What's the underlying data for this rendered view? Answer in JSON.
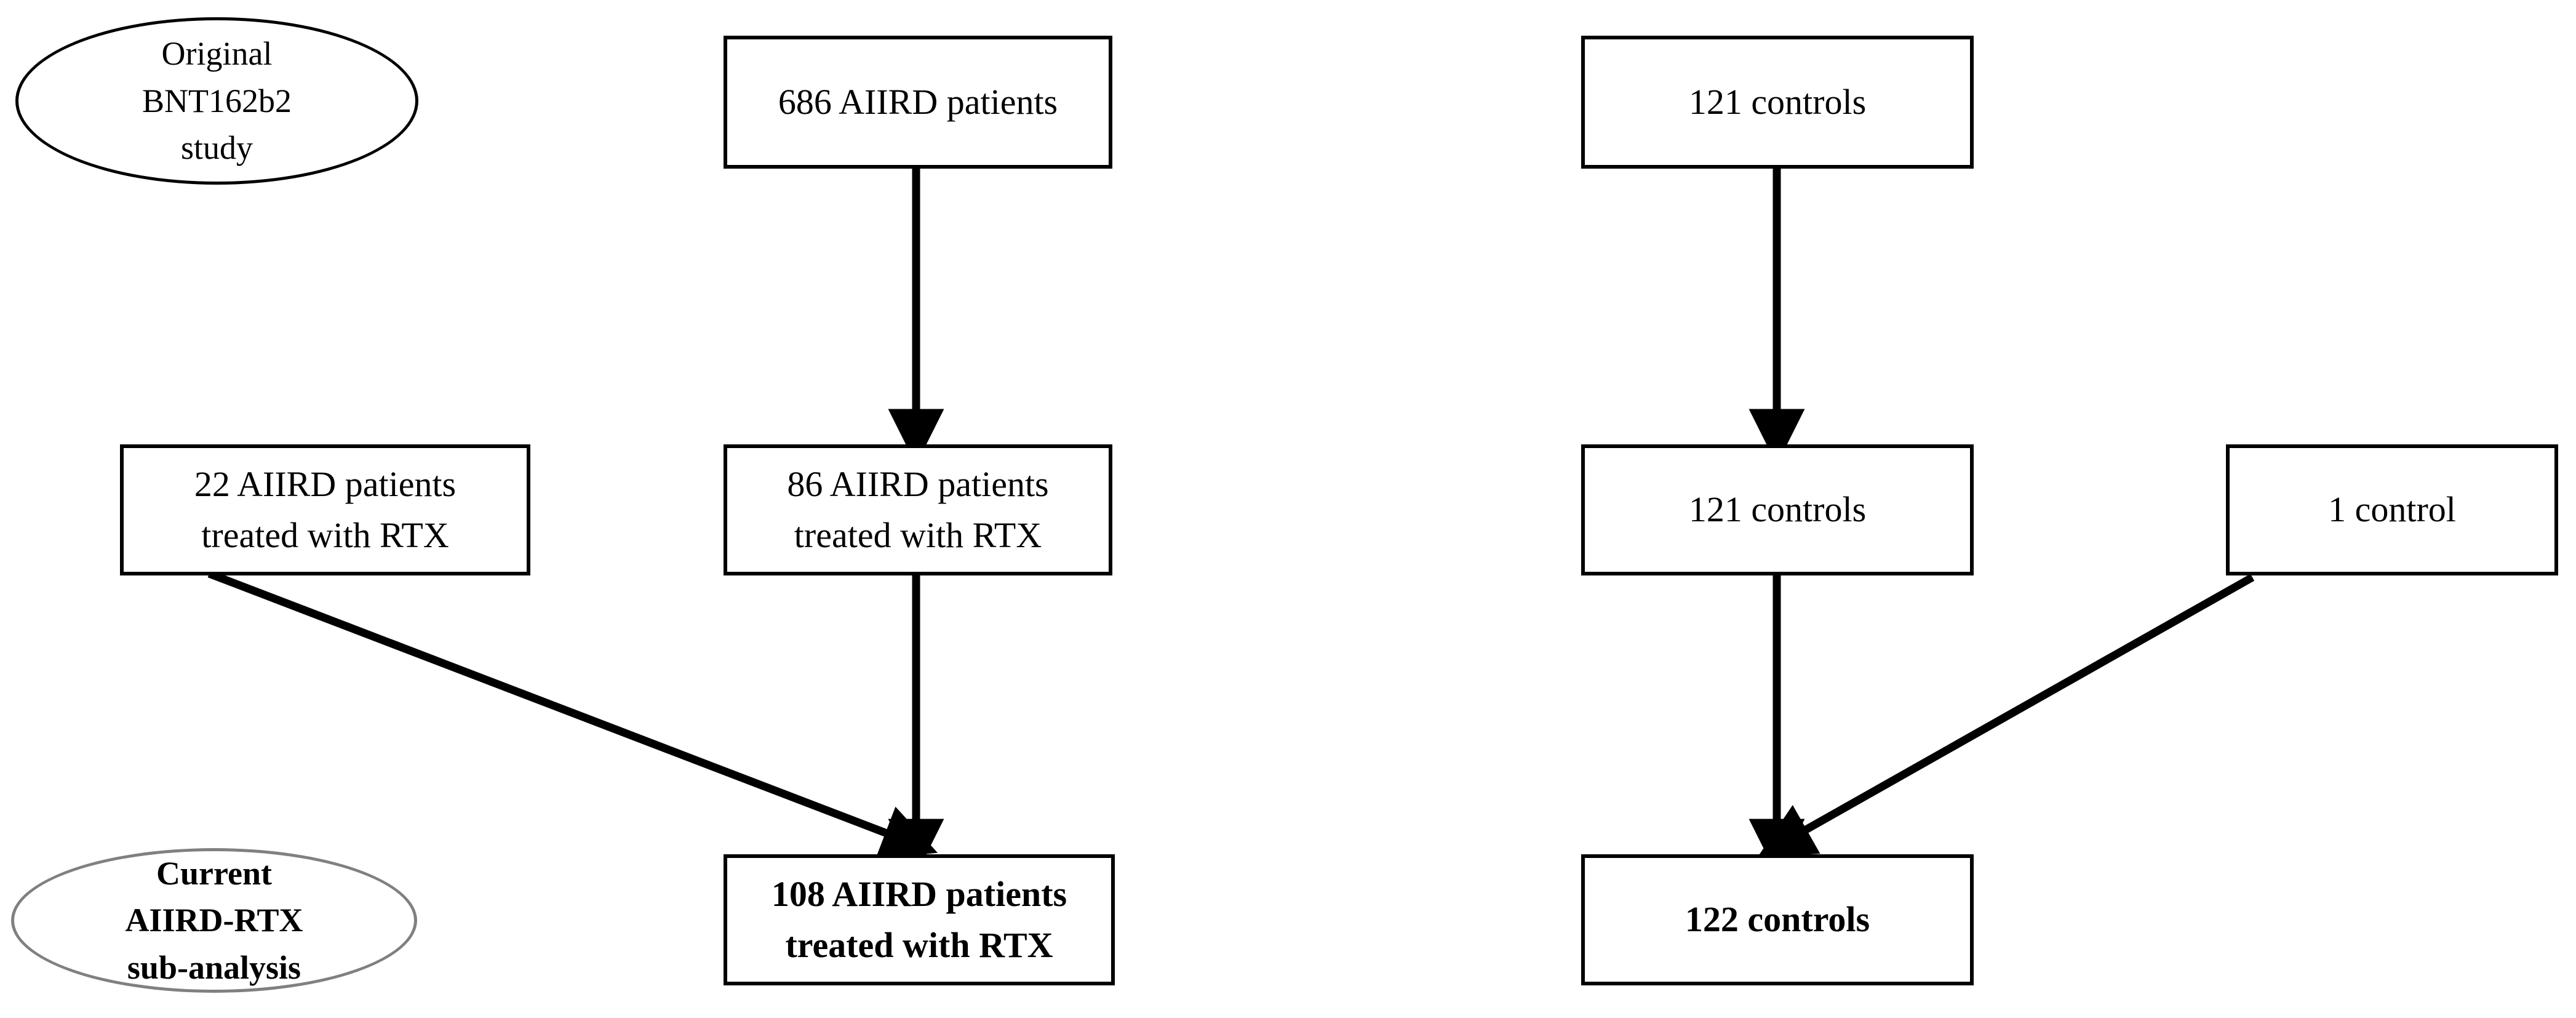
{
  "diagram": {
    "title": "BNT162b2 AIIRD-RTX sub-analysis participant flow",
    "stroke_color": "#000000",
    "gray_stroke_color": "#808080",
    "background_color": "#ffffff"
  },
  "stage_labels": {
    "original_study": {
      "line1": "Original",
      "line2": "BNT162b2",
      "line3": "study"
    },
    "current_subanalysis": {
      "line1": "Current",
      "line2": "AIIRD-RTX",
      "line3": "sub-analysis"
    }
  },
  "nodes": {
    "patients_total": {
      "line1": "686 AIIRD patients"
    },
    "controls_total": {
      "line1": "121 controls"
    },
    "patients_rtx_extra": {
      "line1": "22 AIIRD patients",
      "line2": "treated with RTX"
    },
    "patients_rtx_original": {
      "line1": "86 AIIRD patients",
      "line2": "treated with RTX"
    },
    "controls_original": {
      "line1": "121 controls"
    },
    "controls_extra": {
      "line1": "1 control"
    },
    "patients_rtx_final": {
      "line1": "108 AIIRD patients",
      "line2": "treated with RTX"
    },
    "controls_final": {
      "line1": "122 controls"
    }
  },
  "edges": [
    {
      "name": "patients-total-to-86",
      "from": "patients_total",
      "to": "patients_rtx_original"
    },
    {
      "name": "controls-total-to-121",
      "from": "controls_total",
      "to": "controls_original"
    },
    {
      "name": "86-to-108",
      "from": "patients_rtx_original",
      "to": "patients_rtx_final"
    },
    {
      "name": "22-to-108",
      "from": "patients_rtx_extra",
      "to": "patients_rtx_final"
    },
    {
      "name": "121-to-122",
      "from": "controls_original",
      "to": "controls_final"
    },
    {
      "name": "1-control-to-122",
      "from": "controls_extra",
      "to": "controls_final"
    }
  ]
}
